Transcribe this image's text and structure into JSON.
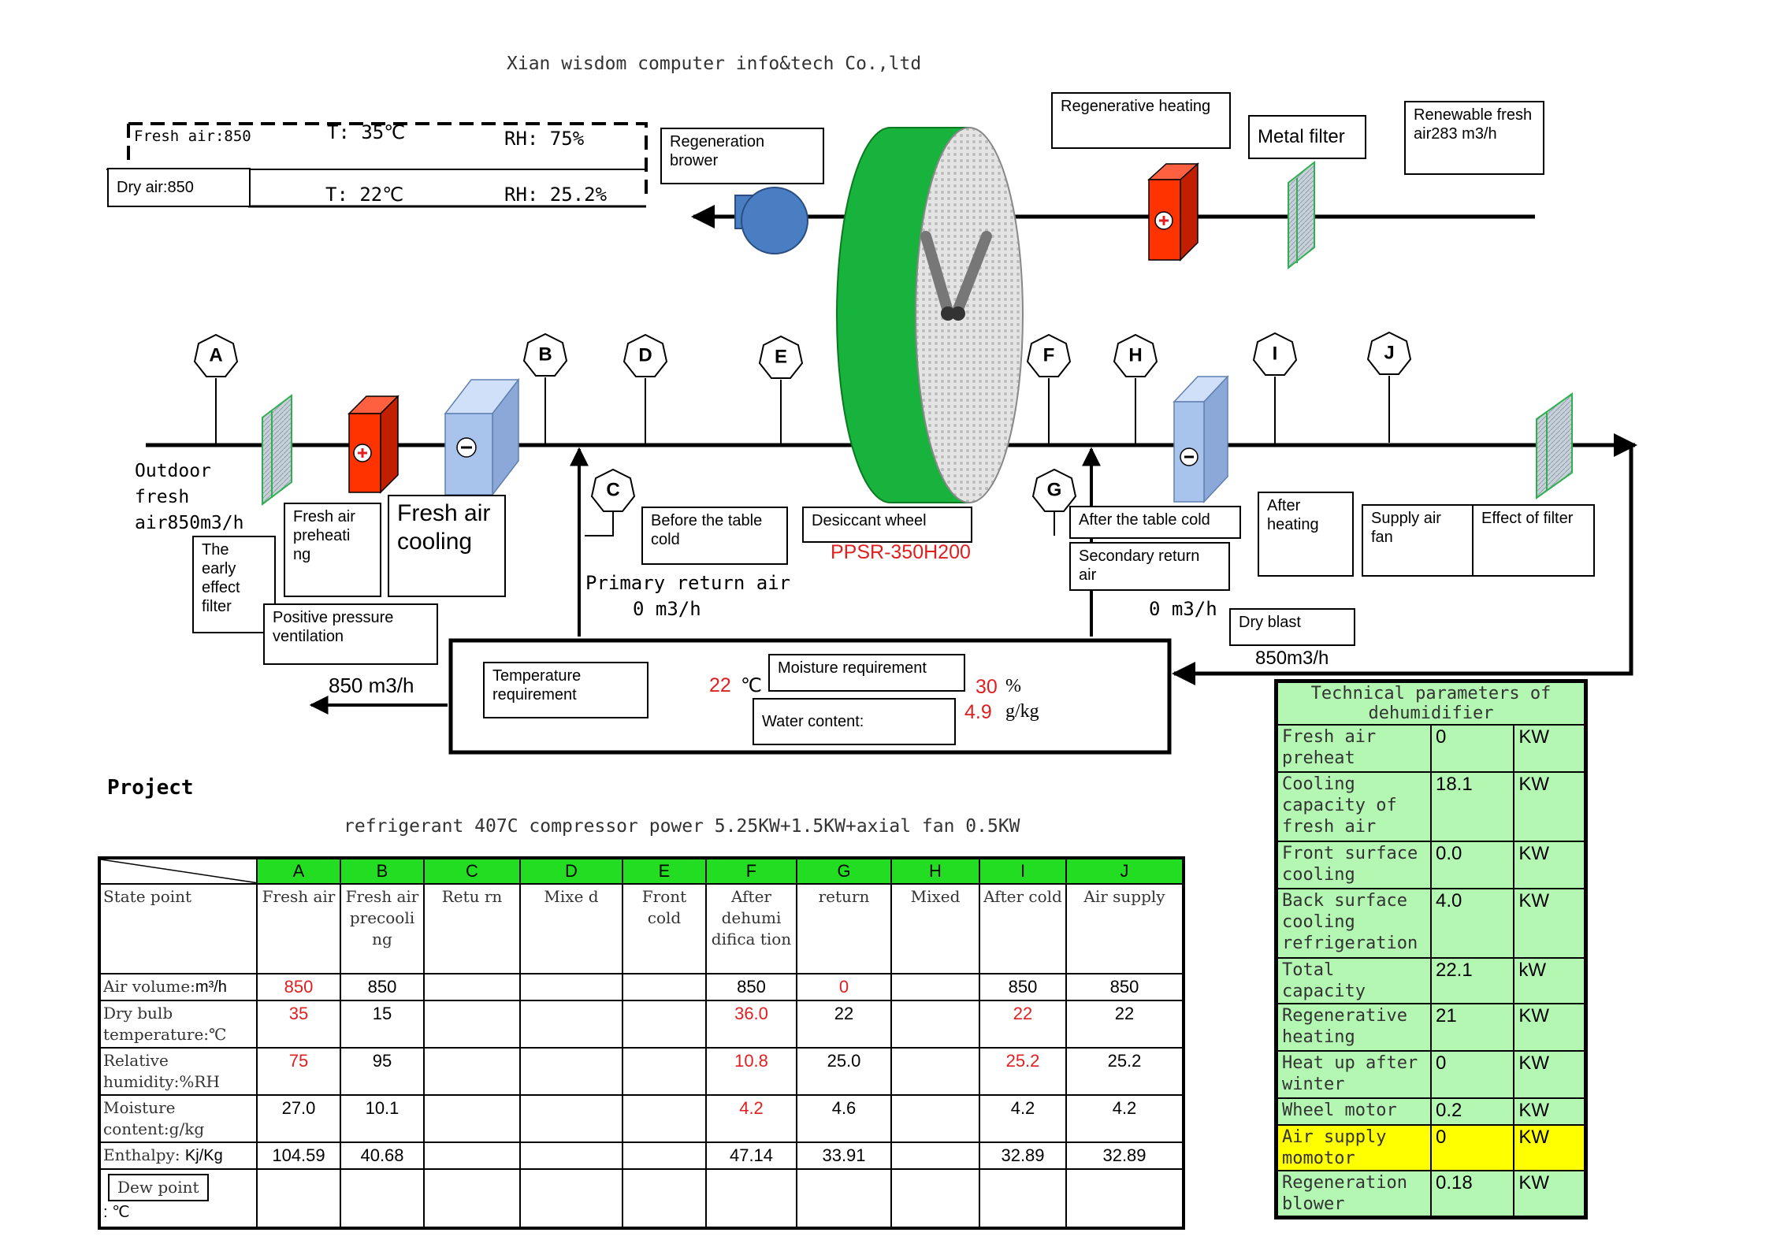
{
  "company": "Xian wisdom computer info&tech Co.,ltd",
  "status": {
    "fresh_air": "Fresh air:850",
    "fresh_t": "T:  35℃",
    "fresh_rh": "RH: 75%",
    "dry_air": "Dry air:850",
    "dry_t": "T:  22℃",
    "dry_rh": "RH: 25.2%"
  },
  "regen": {
    "brower": "Regeneration brower",
    "heating": "Regenerative heating",
    "metal_filter": "Metal filter",
    "renewable": "Renewable fresh air283 m3/h"
  },
  "points": [
    "A",
    "B",
    "C",
    "D",
    "E",
    "F",
    "G",
    "H",
    "I",
    "J"
  ],
  "labels": {
    "outdoor": "Outdoor fresh air850m3/h",
    "fresh_preheat": "Fresh air preheati ng",
    "fresh_cooling": "Fresh air cooling",
    "early_filter": "The early effect filter",
    "positive_pressure": "Positive pressure ventilation",
    "before_cold": "Before the table cold",
    "desiccant": "Desiccant wheel",
    "model": "PPSR-350H200",
    "primary_return": "Primary return air",
    "primary_flow": "0 m3/h",
    "after_cold": "After the table cold",
    "secondary_return": "Secondary return air",
    "secondary_flow": "0 m3/h",
    "after_heating": "After heating",
    "supply_fan": "Supply air fan",
    "effect_filter": "Effect of filter",
    "dry_blast": "Dry blast",
    "dry_blast_flow": "850m3/h",
    "exhaust_flow": "850 m3/h"
  },
  "requirements": {
    "temp_label": "Temperature requirement",
    "temp_value": "22",
    "temp_unit": "℃",
    "moist_label": "Moisture requirement",
    "moist_value": "30",
    "moist_unit": "%",
    "water_label": "Water content:",
    "water_value": "4.9",
    "water_unit": "g/kg"
  },
  "project": {
    "title": "Project",
    "desc": "refrigerant 407C compressor power 5.25KW+1.5KW+axial fan 0.5KW"
  },
  "state_table": {
    "columns": [
      "A",
      "B",
      "C",
      "D",
      "E",
      "F",
      "G",
      "H",
      "I",
      "J"
    ],
    "state_label": "State point",
    "state_names": [
      "Fresh air",
      "Fresh air precooli ng",
      "Retu rn",
      "Mixe d",
      "Front cold",
      "After dehumi difica tion",
      "return",
      "Mixed",
      "After cold",
      "Air supply"
    ],
    "rows": [
      {
        "label_a": "Air volume:",
        "label_b": "m³/h",
        "values": [
          "850",
          "850",
          "",
          "",
          "",
          "850",
          "0",
          "",
          "850",
          "850"
        ]
      },
      {
        "label_a": "Dry bulb ",
        "label_b": "temperature:℃",
        "values": [
          "35",
          "15",
          "",
          "",
          "",
          "36.0",
          "22",
          "",
          "22",
          "22"
        ]
      },
      {
        "label_a": "Relative ",
        "label_b": "humidity:%RH",
        "values": [
          "75",
          "95",
          "",
          "",
          "",
          "10.8",
          "25.0",
          "",
          "25.2",
          "25.2"
        ]
      },
      {
        "label_a": "Moisture ",
        "label_b": "content:g/kg",
        "values": [
          "27.0",
          "10.1",
          "",
          "",
          "",
          "4.2",
          "4.6",
          "",
          "4.2",
          "4.2"
        ]
      },
      {
        "label_a": "Enthalpy: ",
        "label_b": "Kj/Kg",
        "values": [
          "104.59",
          "40.68",
          "",
          "",
          "",
          "47.14",
          "33.91",
          "",
          "32.89",
          "32.89"
        ]
      },
      {
        "label_a": "Dew point",
        "label_b": ": ℃",
        "values": [
          "",
          "",
          "",
          "",
          "",
          "",
          "",
          "",
          "",
          ""
        ]
      }
    ]
  },
  "tech_table": {
    "title": "Technical parameters of dehumidifier",
    "rows": [
      {
        "label": "Fresh air preheat",
        "value": "0",
        "unit": "KW"
      },
      {
        "label": "Cooling capacity of fresh air",
        "value": "18.1",
        "unit": "KW"
      },
      {
        "label": "Front surface cooling",
        "value": "0.0",
        "unit": "KW"
      },
      {
        "label": "Back surface cooling refrigeration",
        "value": "4.0",
        "unit": "KW"
      },
      {
        "label": "Total capacity",
        "value": "22.1",
        "unit": "kW"
      },
      {
        "label": "Regenerative heating",
        "value": "21",
        "unit": "KW"
      },
      {
        "label": "Heat up after winter",
        "value": "0",
        "unit": "KW"
      },
      {
        "label": "Wheel motor",
        "value": "0.2",
        "unit": "KW"
      },
      {
        "label": "Air supply momotor",
        "value": "0",
        "unit": "KW"
      },
      {
        "label": "Regeneration blower",
        "value": "0.18",
        "unit": "KW"
      }
    ]
  },
  "colors": {
    "wheel": "#18b33c",
    "heater": "#ff3300",
    "cooler": "#a8c4ec",
    "fan": "#4a7ec2",
    "table_header": "#22dd22",
    "tech_bg": "#b3f7b3",
    "highlight": "#ffff00",
    "accent_red": "#e02020"
  }
}
